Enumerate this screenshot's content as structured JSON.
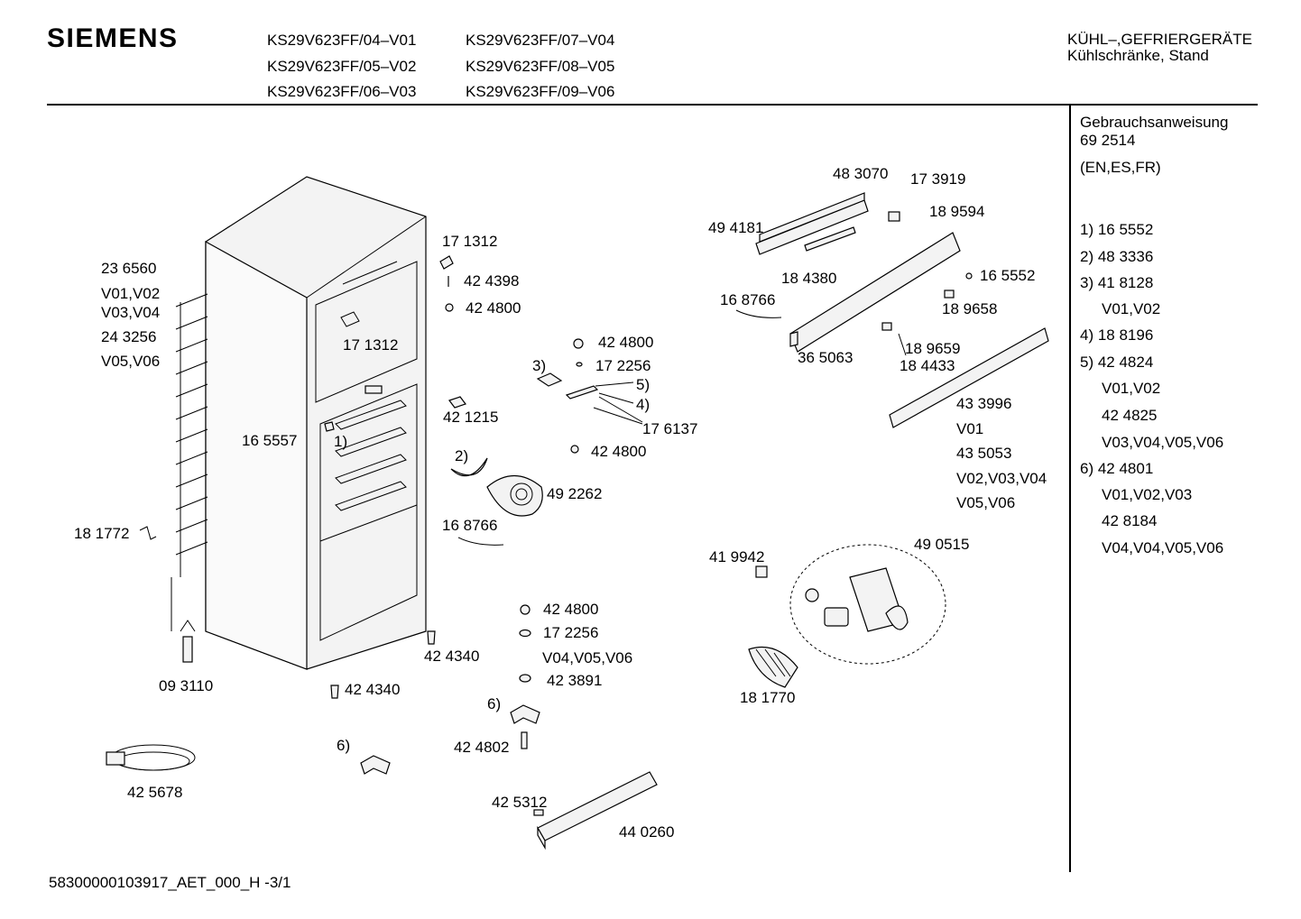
{
  "header": {
    "brand": "SIEMENS",
    "models_col1": [
      "KS29V623FF/04–V01",
      "KS29V623FF/05–V02",
      "KS29V623FF/06–V03"
    ],
    "models_col2": [
      "KS29V623FF/07–V04",
      "KS29V623FF/08–V05",
      "KS29V623FF/09–V06"
    ],
    "category_line1": "KÜHL–,GEFRIERGERÄTE",
    "category_line2": "Kühlschränke, Stand"
  },
  "sidebar": {
    "manual_title": "Gebrauchsanweisung",
    "manual_number": "69 2514",
    "languages": "(EN,ES,FR)",
    "notes": [
      "1) 16 5552",
      "2) 48 3336",
      "3) 41 8128",
      "V01,V02",
      "4) 18 8196",
      "5) 42 4824",
      "V01,V02",
      "42 4825",
      "V03,V04,V05,V06",
      "6) 42 4801",
      "V01,V02,V03",
      "42 8184",
      "V04,V04,V05,V06"
    ]
  },
  "labels": {
    "p236560": "23 6560",
    "v0102a": "V01,V02",
    "v0304": "V03,V04",
    "p243256": "24 3256",
    "v0506a": "V05,V06",
    "p181772": "18 1772",
    "p093110": "09 3110",
    "p425678": "42 5678",
    "p165557": "16 5557",
    "n1": "1)",
    "p171312a": "17 1312",
    "p171312b": "17 1312",
    "p424398": "42 4398",
    "p424800a": "42 4800",
    "p424340a": "42 4340",
    "p424340b": "42 4340",
    "n6a": "6)",
    "n3": "3)",
    "p424800b": "42 4800",
    "p172256a": "17 2256",
    "n5": "5)",
    "n4": "4)",
    "p176137": "17 6137",
    "p424800c": "42 4800",
    "p421215": "42 1215",
    "n2": "2)",
    "p492262": "49 2262",
    "p168766a": "16 8766",
    "p424800d": "42 4800",
    "p172256b": "17 2256",
    "v040506": "V04,V05,V06",
    "p423891": "42 3891",
    "n6b": "6)",
    "p424802": "42 4802",
    "p425312": "42 5312",
    "p440260": "44 0260",
    "p483070": "48 3070",
    "p173919": "17 3919",
    "p494181": "49 4181",
    "p189594": "18 9594",
    "p184380": "18 4380",
    "p165552": "16 5552",
    "p168766b": "16 8766",
    "p189658": "18 9658",
    "p189659": "18 9659",
    "p365063": "36 5063",
    "p184433": "18 4433",
    "p433996": "43 3996",
    "v01": "V01",
    "p435053": "43 5053",
    "v020304": "V02,V03,V04",
    "v0506b": "V05,V06",
    "p419942": "41 9942",
    "p490515": "49 0515",
    "p181770": "18 1770"
  },
  "footer": {
    "doc_id": "58300000103917_AET_000_H   -3/1"
  }
}
